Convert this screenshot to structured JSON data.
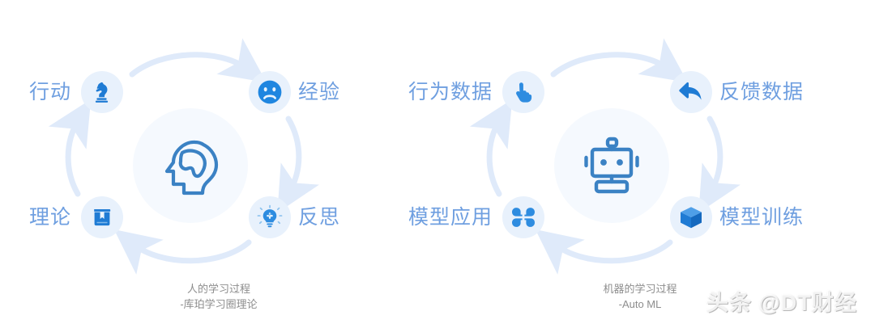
{
  "meta": {
    "background_color": "#ffffff",
    "label_color": "#6f9fe0",
    "icon_color": "#2e80d8",
    "bubble_color": "#e8f1fc",
    "arc_color": "#dfeafa",
    "halo_color": "#f5f9fe",
    "caption_color": "#8d8d8d"
  },
  "panels": [
    {
      "id": "human",
      "center_icon": "head-brain-icon",
      "cycle_direction": "counter-clockwise",
      "nodes": [
        {
          "position": "top-left",
          "label": "行动",
          "icon": "chess-knight-icon",
          "label_side": "left"
        },
        {
          "position": "top-right",
          "label": "经验",
          "icon": "sad-face-icon",
          "label_side": "right"
        },
        {
          "position": "bottom-left",
          "label": "理论",
          "icon": "book-bookmark-icon",
          "label_side": "left"
        },
        {
          "position": "bottom-right",
          "label": "反思",
          "icon": "lightbulb-idea-icon",
          "label_side": "right"
        }
      ],
      "caption": {
        "line1": "人的学习过程",
        "line2": "-库珀学习圈理论"
      }
    },
    {
      "id": "machine",
      "center_icon": "robot-head-icon",
      "cycle_direction": "counter-clockwise",
      "nodes": [
        {
          "position": "top-left",
          "label": "行为数据",
          "icon": "pointing-hand-icon",
          "label_side": "left"
        },
        {
          "position": "top-right",
          "label": "反馈数据",
          "icon": "reply-arrow-icon",
          "label_side": "right"
        },
        {
          "position": "bottom-left",
          "label": "模型应用",
          "icon": "clover-grid-icon",
          "label_side": "left"
        },
        {
          "position": "bottom-right",
          "label": "模型训练",
          "icon": "cube-3d-icon",
          "label_side": "right"
        }
      ],
      "caption": {
        "line1": "机器的学习过程",
        "line2": "-Auto ML"
      }
    }
  ],
  "watermark": {
    "text": "头条 @DT财经"
  }
}
